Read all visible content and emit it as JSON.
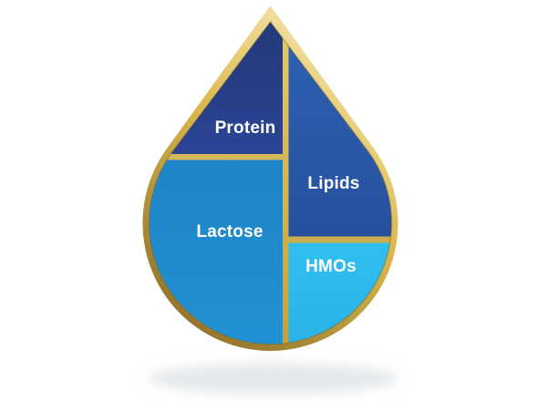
{
  "diagram": {
    "shape": "milk-droplet",
    "sections": [
      {
        "id": "protein",
        "label": "Protein",
        "color_top": "#223877",
        "color_bottom": "#2B4494"
      },
      {
        "id": "lipids",
        "label": "Lipids",
        "color_top": "#2F63B4",
        "color_bottom": "#26509E"
      },
      {
        "id": "lactose",
        "label": "Lactose",
        "color_top": "#1E84C8",
        "color_bottom": "#2292D5"
      },
      {
        "id": "hmos",
        "label": "HMOs",
        "color_top": "#30BFF0",
        "color_bottom": "#28B1E6"
      }
    ],
    "colors": {
      "gold_light": "#F7ECBB",
      "gold_mid": "#DCB94F",
      "gold_dark": "#8F7028",
      "divider_light": "#E3C96F",
      "divider_dark": "#C2A23E",
      "label_text": "#FFFFFF",
      "shadow": "#E4E8EB",
      "background": "#FFFFFF"
    }
  }
}
